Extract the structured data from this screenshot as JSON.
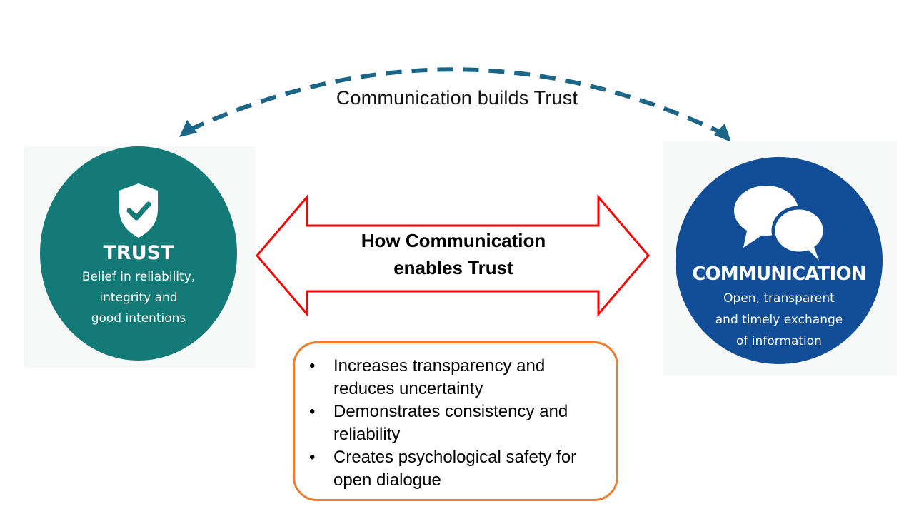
{
  "diagram": {
    "top_arc": {
      "label": "Communication builds Trust",
      "color": "#1b6587",
      "style": "dashed",
      "direction": "bidirectional"
    },
    "trust": {
      "icon": "shield-check-icon",
      "title": "TRUST",
      "description_lines": [
        "Belief in reliability,",
        "integrity and",
        "good intentions"
      ],
      "color": "#137a78"
    },
    "communication": {
      "icon": "speech-bubbles-icon",
      "title": "COMMUNICATION",
      "description_lines": [
        "Open, transparent",
        "and timely exchange",
        "of information"
      ],
      "color": "#124d97"
    },
    "center_arrow": {
      "label_lines": [
        "How Communication",
        "enables Trust"
      ],
      "outline_color": "#ff0000"
    },
    "bullets_box": {
      "border_color": "#ed7d31",
      "bullet_glyph": "•",
      "items": [
        {
          "lines": [
            "Increases transparency and",
            "reduces uncertainty"
          ]
        },
        {
          "lines": [
            "Demonstrates consistency and",
            "reliability"
          ]
        },
        {
          "lines": [
            "Creates psychological safety for",
            "open dialogue"
          ]
        }
      ]
    }
  }
}
